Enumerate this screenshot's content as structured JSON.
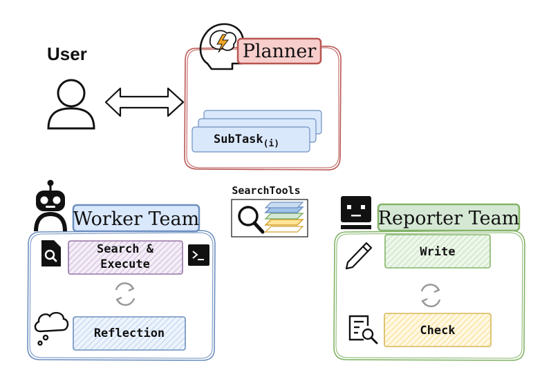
{
  "user": {
    "label": "User"
  },
  "planner": {
    "title": "Planner",
    "subtask": "SubTask",
    "subtask_index": "(i)"
  },
  "tools": {
    "label": "SearchTools"
  },
  "worker_team": {
    "title": "Worker Team",
    "step1_line1": "Search &",
    "step1_line2": "Execute",
    "step2": "Reflection"
  },
  "reporter_team": {
    "title": "Reporter Team",
    "step1": "Write",
    "step2": "Check"
  },
  "colors": {
    "planner_border": "#b85450",
    "planner_fill": "#f8cecc",
    "worker_border": "#6c8ebf",
    "worker_fill": "#dae8fc",
    "reporter_border": "#82b366",
    "reporter_fill": "#d5e8d4",
    "search_border": "#9673a6",
    "search_fill": "#e1d5e7",
    "check_border": "#d6b656",
    "check_fill": "#fff2cc",
    "subtask_fill": "#dae8fc"
  }
}
